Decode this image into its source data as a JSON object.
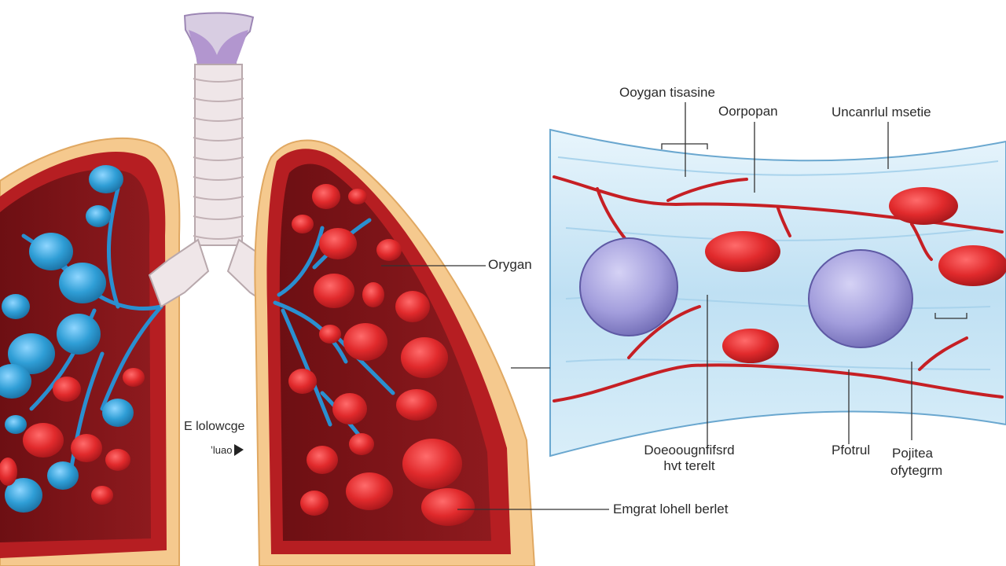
{
  "labels": {
    "oxygen_tissue": "Ooygan tisasine",
    "oxopon": "Oorpopan",
    "unarrul": "Uncanrlul msetie",
    "oxygen": "Orygan",
    "lung_note_line1": "E lolowcge",
    "lung_note_line2": "ʼluao",
    "deoxygenated_line1": "Doeoougnfifsrd",
    "deoxygenated_line2": "hvt terelt",
    "frontal": "Pfotrul",
    "vein_note_line1": "Pojitea",
    "vein_note_line2": "ofytegrm",
    "engrat": "Emgrat lohell berlet"
  },
  "colors": {
    "blood_red": "#d8262a",
    "deoxy_blue": "#2f9ed6",
    "lung_wall": "#9b1c1f",
    "lung_inner": "#7a1216",
    "pleura": "#f3c58a",
    "trachea": "#ece4e6",
    "trachea_top": "#b79bcb",
    "vessel_bg": "#cfe8f6",
    "cell_purple": "#9c97d6"
  }
}
